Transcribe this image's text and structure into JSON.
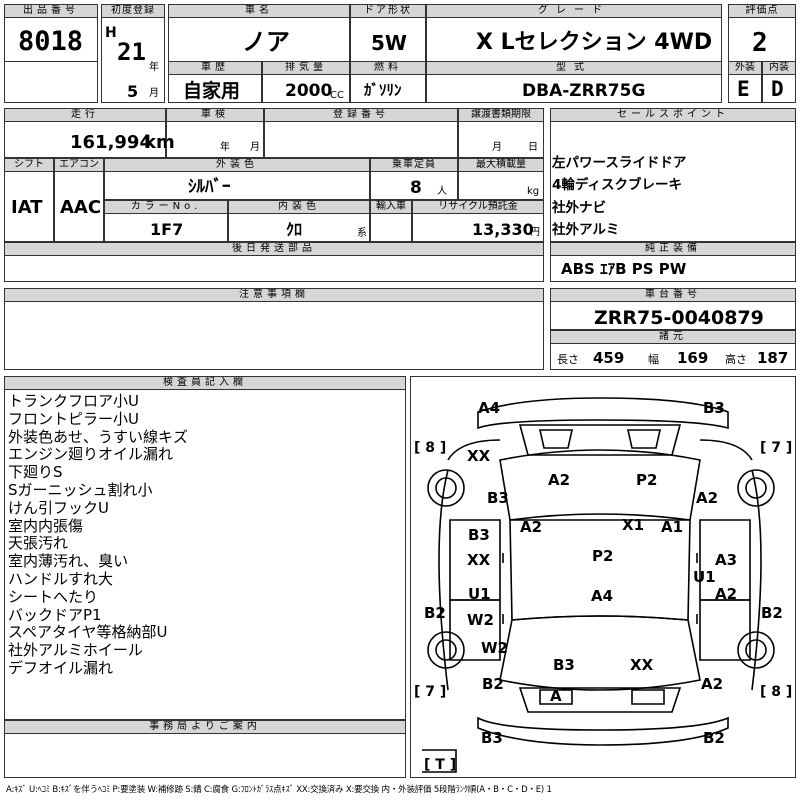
{
  "header": {
    "lot_label": "出品番号",
    "lot": "8018",
    "first_reg_label": "初度登録",
    "era": "H",
    "year": "21",
    "year_unit": "年",
    "month": "5",
    "month_unit": "月",
    "name_label": "車名",
    "name": "ノア",
    "door_label": "ドア形状",
    "door": "5W",
    "grade_label": "グレード",
    "grade": "X Lセレクション 4WD",
    "score_label": "評価点",
    "score": "2",
    "history_label": "車歴",
    "history": "自家用",
    "displacement_label": "排気量",
    "displacement": "2000",
    "cc": "CC",
    "fuel_label": "燃料",
    "fuel": "ｶﾞｿﾘﾝ",
    "model_label": "型式",
    "model": "DBA-ZRR75G",
    "ext_label": "外装",
    "ext_grade": "E",
    "int_label": "内装",
    "int_grade": "D"
  },
  "row2": {
    "mileage_label": "走行",
    "mileage": "161,994",
    "km": "km",
    "inspection_label": "車検",
    "insp_year_unit": "年",
    "insp_month_unit": "月",
    "reg_label": "登録番号",
    "transfer_label": "譲渡書類期限",
    "tr_month_unit": "月",
    "tr_day_unit": "日",
    "shift_label": "シフト",
    "shift": "IAT",
    "ac_label": "エアコン",
    "ac": "AAC",
    "color_label": "外装色",
    "color": "ｼﾙﾊﾞｰ",
    "capacity_label": "乗車定員",
    "capacity": "8",
    "capacity_unit": "人",
    "load_label": "最大積載量",
    "load_unit": "kg",
    "colorno_label": "カラーNo.",
    "colorno": "1F7",
    "interior_label": "内装色",
    "interior": "ｸﾛ",
    "interior_unit": "系",
    "import_label": "輸入車",
    "recycle_label": "リサイクル預託金",
    "recycle": "13,330",
    "recycle_unit": "円",
    "later_label": "後日発送部品",
    "caution_label": "注意事項欄"
  },
  "sales": {
    "label": "セールスポイント",
    "items": [
      "左パワースライドドア",
      "4輪ディスクブレーキ",
      "社外ナビ",
      "社外アルミ"
    ],
    "equip_label": "純正装備",
    "equip": "ABS ｴｱB PS PW",
    "chassis_label": "車台番号",
    "chassis": "ZRR75-0040879",
    "spec_label": "諸元",
    "length_label": "長さ",
    "length": "459",
    "width_label": "幅",
    "width": "169",
    "height_label": "高さ",
    "height": "187"
  },
  "inspector": {
    "label": "検査員記入欄",
    "notes": [
      "トランクフロア小U",
      "フロントピラー小U",
      "外装色あせ、うすい線キズ",
      "エンジン廻りオイル漏れ",
      "下廻りS",
      "Sガーニッシュ割れ小",
      "けん引フックU",
      "室内内張傷",
      "天張汚れ",
      "室内薄汚れ、臭い",
      "ハンドルすれ大",
      "シートへたり",
      "バックドアP1",
      "スペアタイヤ等格納部U",
      "社外アルミホイール",
      "デフオイル漏れ"
    ],
    "office_label": "事務局よりご案内"
  },
  "diagram": {
    "marks": [
      "A4",
      "B3",
      "XX",
      "B3",
      "A2",
      "P2",
      "A2",
      "A2",
      "X1",
      "A1",
      "B3",
      "XX",
      "P2",
      "A3",
      "U1",
      "U1",
      "A2",
      "B2",
      "W2",
      "A4",
      "B2",
      "W2",
      "B3",
      "XX",
      "B2",
      "A2",
      "A",
      "B3",
      "B2"
    ],
    "tire_fl": "8",
    "tire_fr": "7",
    "tire_rl": "7",
    "tire_rr": "8",
    "spare": "T"
  },
  "legend": "A:ｷｽﾞ U:ﾍｺﾐ B:ｷｽﾞを伴うﾍｺﾐ P:要塗装 W:補修跡 S:錆 C:腐食 G:ﾌﾛﾝﾄｶﾞﾗｽ点ｷｽﾞ XX:交換済み X:要交換 内・外装評価 5段階ﾗﾝｸ順(A・B・C・D・E) 1"
}
